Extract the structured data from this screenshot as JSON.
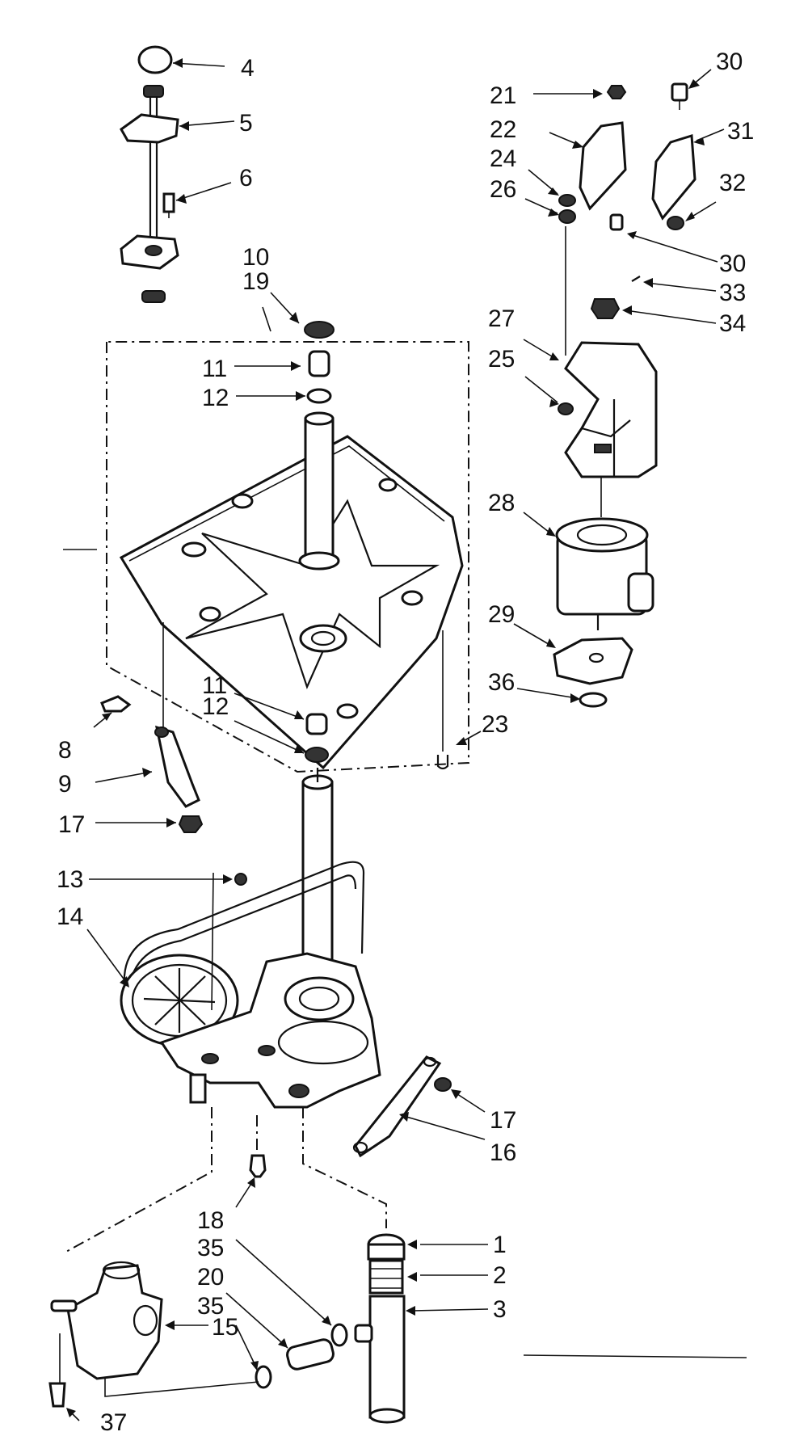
{
  "callouts": {
    "c1": "1",
    "c2": "2",
    "c3": "3",
    "c4": "4",
    "c5": "5",
    "c6": "6",
    "c8": "8",
    "c9": "9",
    "c10": "10",
    "c11a": "11",
    "c11b": "11",
    "c12a": "12",
    "c12b": "12",
    "c13": "13",
    "c14": "14",
    "c15": "15",
    "c16": "16",
    "c17a": "17",
    "c17b": "17",
    "c18": "18",
    "c19": "19",
    "c20": "20",
    "c21": "21",
    "c22": "22",
    "c23": "23",
    "c24": "24",
    "c25": "25",
    "c26": "26",
    "c27": "27",
    "c28": "28",
    "c29": "29",
    "c30a": "30",
    "c30b": "30",
    "c31": "31",
    "c32": "32",
    "c33": "33",
    "c34": "34",
    "c35a": "35",
    "c35b": "35",
    "c36": "36",
    "c37": "37"
  }
}
